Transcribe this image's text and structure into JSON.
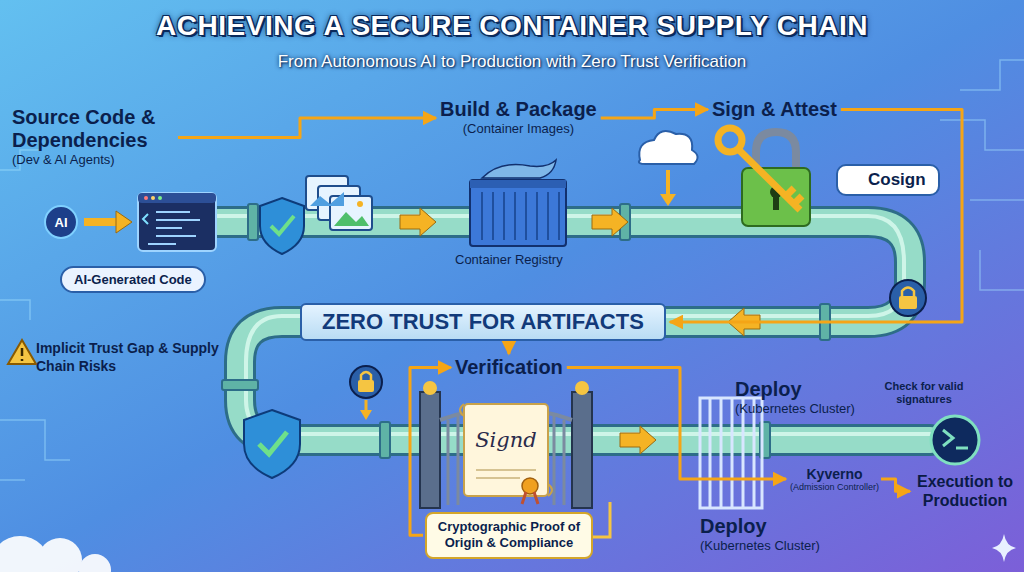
{
  "diagram": {
    "title": "ACHIEVING A SECURE CONTAINER SUPPLY CHAIN",
    "nodes": [
      {
        "text": [
          "Source Code & Dependencies",
          "(Dev & AI Agents)"
        ]
      },
      {
        "text": [
          "AI"
        ]
      },
      {
        "text": [
          "AI-Generated Code"
        ]
      },
      {
        "text": [
          "Build & Package",
          "(Container Images)"
        ]
      },
      {
        "text": [
          "Container Registry"
        ]
      },
      {
        "text": [
          "Sign & Attest"
        ]
      },
      {
        "text": [
          "Cosign"
        ]
      },
      {
        "text": [
          "Implicit Trust Gap & Supply Chain Risks"
        ]
      },
      {
        "text": [
          "ZERO TRUST FOR ARTIFACTS"
        ]
      },
      {
        "text": [
          "Verification"
        ]
      },
      {
        "text": [
          "Cryptographic Proof of Origin & Compliance"
        ]
      },
      {
        "text": [
          "Deploy",
          "(Kubernetes Cluster)"
        ]
      },
      {
        "text": [
          "Kyverno",
          "(Admission Controller)"
        ]
      },
      {
        "text": [
          "Deploy",
          "(Kubernetes Cluster)"
        ]
      },
      {
        "text": [
          "Execution to Production"
        ]
      }
    ],
    "edges": [
      {
        "from": 0,
        "to": 3,
        "arrow": "to"
      },
      {
        "from": 3,
        "to": 5,
        "arrow": "to"
      },
      {
        "from": 5,
        "to": 8,
        "arrow": "to"
      },
      {
        "from": 8,
        "to": 9,
        "arrow": "to"
      },
      {
        "from": 9,
        "to": 12,
        "arrow": "to"
      },
      {
        "from": 12,
        "to": 14,
        "arrow": "to"
      },
      {
        "from": 10,
        "to": 9,
        "arrow": "to"
      }
    ],
    "labels": [
      "From Autonomous AI to Production with Zero Trust Verification",
      "Signd",
      "Check for valid signatures"
    ]
  }
}
